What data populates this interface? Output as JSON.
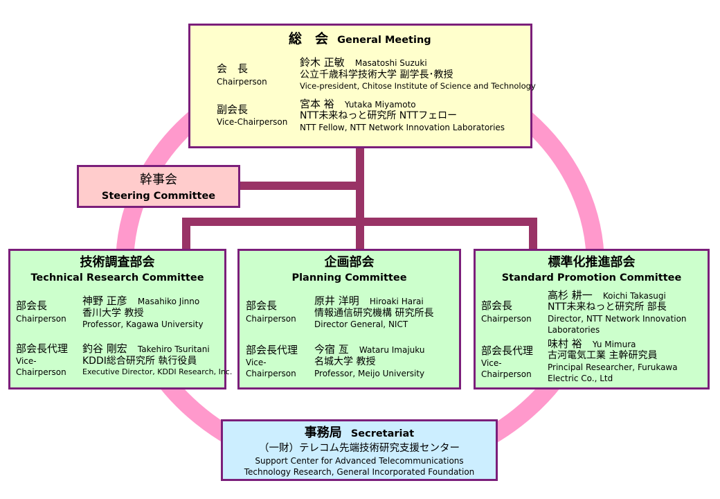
{
  "general_meeting": {
    "title_jp": "総　会",
    "title_en": "General Meeting",
    "chair": {
      "role_jp": "会　長",
      "role_en": "Chairperson",
      "name_jp": "鈴木 正敏",
      "name_en": "Masatoshi Suzuki",
      "affil_jp": "公立千歳科学技術大学 副学長･教授",
      "affil_en": "Vice-president, Chitose Institute of Science and Technology"
    },
    "vice": {
      "role_jp": "副会長",
      "role_en": "Vice-Chairperson",
      "name_jp": "宮本 裕",
      "name_en": "Yutaka Miyamoto",
      "affil_jp": "NTT未来ねっと研究所 NTTフェロー",
      "affil_en": "NTT Fellow, NTT Network Innovation Laboratories"
    }
  },
  "steering": {
    "title_jp": "幹事会",
    "title_en": "Steering Committee"
  },
  "technical": {
    "title_jp": "技術調査部会",
    "title_en": "Technical Research Committee",
    "chair": {
      "role_jp": "部会長",
      "role_en": "Chairperson",
      "name_jp": "神野 正彦",
      "name_en": "Masahiko Jinno",
      "affil_jp": "香川大学 教授",
      "affil_en": "Professor, Kagawa University"
    },
    "vice": {
      "role_jp": "部会長代理",
      "role_en_1": "Vice-",
      "role_en_2": "Chairperson",
      "name_jp": "釣谷 剛宏",
      "name_en": "Takehiro Tsuritani",
      "affil_jp": "KDDI総合研究所 執行役員",
      "affil_en": "Executive Director, KDDI Research, Inc."
    }
  },
  "planning": {
    "title_jp": "企画部会",
    "title_en": "Planning Committee",
    "chair": {
      "role_jp": "部会長",
      "role_en": "Chairperson",
      "name_jp": "原井 洋明",
      "name_en": "Hiroaki Harai",
      "affil_jp": "情報通信研究機構 研究所長",
      "affil_en": "Director General, NICT"
    },
    "vice": {
      "role_jp": "部会長代理",
      "role_en_1": "Vice-",
      "role_en_2": "Chairperson",
      "name_jp": "今宿 亙",
      "name_en": "Wataru Imajuku",
      "affil_jp": "名城大学 教授",
      "affil_en": "Professor, Meijo University"
    }
  },
  "standard": {
    "title_jp": "標準化推進部会",
    "title_en": "Standard Promotion Committee",
    "chair": {
      "role_jp": "部会長",
      "role_en": "Chairperson",
      "name_jp": "高杉 耕一",
      "name_en": "Koichi Takasugi",
      "affil_jp": "NTT未来ねっと研究所 部長",
      "affil_en_1": "Director, NTT Network Innovation",
      "affil_en_2": "Laboratories"
    },
    "vice": {
      "role_jp": "部会長代理",
      "role_en_1": "Vice-",
      "role_en_2": "Chairperson",
      "name_jp": "味村 裕",
      "name_en": "Yu Mimura",
      "affil_jp": "古河電気工業 主幹研究員",
      "affil_en_1": "Principal Researcher, Furukawa",
      "affil_en_2": "Electric Co., Ltd"
    }
  },
  "secretariat": {
    "title_jp": "事務局",
    "title_en": "Secretariat",
    "org_jp": "（一財）テレコム先端技術研究支援センター",
    "org_en_1": "Support Center for Advanced Telecommunications",
    "org_en_2": "Technology Research, General Incorporated Foundation"
  },
  "colors": {
    "border": "#7b1e7a",
    "connector": "#993366",
    "ring": "#ff99cc",
    "general_meeting_fill": "#ffffcc",
    "steering_fill": "#ffcccc",
    "committee_fill": "#ccffcc",
    "secretariat_fill": "#cceeff"
  }
}
